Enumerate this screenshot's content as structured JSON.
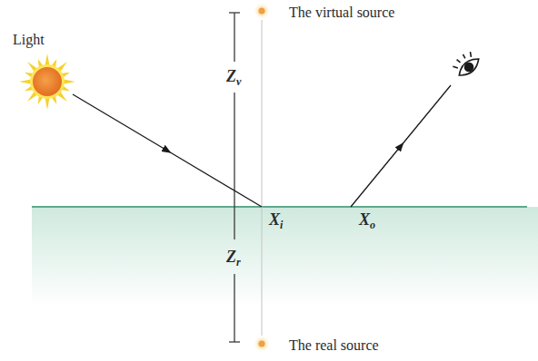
{
  "diagram": {
    "labels": [
      "Light",
      "The virtual source",
      "Zv",
      "Xi",
      "Xo",
      "Zr",
      "The real source"
    ]
  }
}
